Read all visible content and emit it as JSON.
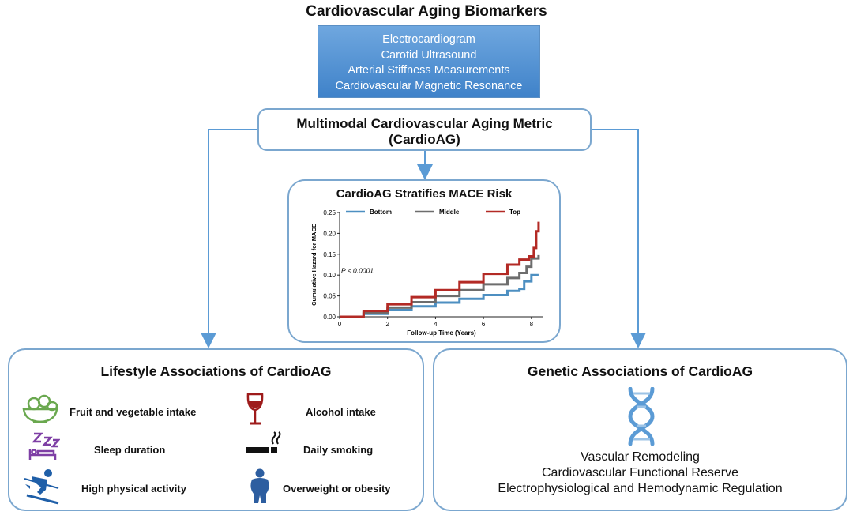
{
  "title": "Cardiovascular Aging Biomarkers",
  "biomarkers": [
    "Electrocardiogram",
    "Carotid Ultrasound",
    "Arterial Stiffness Measurements",
    "Cardiovascular Magnetic Resonance"
  ],
  "metric": {
    "line1": "Multimodal Cardiovascular Aging Metric",
    "line2": "(CardioAG)"
  },
  "chart_box_title": "CardioAG Stratifies MACE Risk",
  "chart_data": {
    "type": "line",
    "xlabel": "Follow-up Time (Years)",
    "ylabel": "Cumulative Hazard for MACE",
    "xlim": [
      0,
      8.5
    ],
    "ylim": [
      0,
      0.25
    ],
    "xticks": [
      "0",
      "2",
      "4",
      "6",
      "8"
    ],
    "yticks": [
      "0.00",
      "0.05",
      "0.10",
      "0.15",
      "0.20",
      "0.25"
    ],
    "annotation": "P < 0.0001",
    "legend_position": "top",
    "series": [
      {
        "name": "Bottom",
        "color": "#4d8fc1",
        "x": [
          0,
          1,
          2,
          3,
          4,
          5,
          6,
          7,
          7.5,
          7.7,
          8,
          8.3
        ],
        "y": [
          0,
          0.007,
          0.016,
          0.025,
          0.034,
          0.043,
          0.052,
          0.062,
          0.067,
          0.085,
          0.1,
          0.1
        ]
      },
      {
        "name": "Middle",
        "color": "#6d6d6d",
        "x": [
          0,
          1,
          2,
          3,
          4,
          5,
          6,
          7,
          7.5,
          7.8,
          8,
          8.3
        ],
        "y": [
          0,
          0.01,
          0.022,
          0.035,
          0.05,
          0.064,
          0.078,
          0.093,
          0.105,
          0.12,
          0.14,
          0.148
        ]
      },
      {
        "name": "Top",
        "color": "#b32a25",
        "x": [
          0,
          1,
          2,
          3,
          4,
          5,
          6,
          7,
          7.5,
          7.9,
          8.1,
          8.2,
          8.3
        ],
        "y": [
          0,
          0.014,
          0.03,
          0.047,
          0.064,
          0.083,
          0.103,
          0.125,
          0.137,
          0.145,
          0.165,
          0.205,
          0.228
        ]
      }
    ]
  },
  "lifestyle": {
    "title": "Lifestyle Associations of CardioAG",
    "items": [
      {
        "label": "Fruit and vegetable intake",
        "icon": "fruit-bowl-icon",
        "color": "#6aa84f"
      },
      {
        "label": "Alcohol intake",
        "icon": "wine-glass-icon",
        "color": "#9e1b1b"
      },
      {
        "label": "Sleep duration",
        "icon": "sleep-icon",
        "color": "#7e3fa5"
      },
      {
        "label": "Daily smoking",
        "icon": "cigarette-icon",
        "color": "#111111"
      },
      {
        "label": "High physical activity",
        "icon": "skier-icon",
        "color": "#1f5fa8"
      },
      {
        "label": "Overweight or obesity",
        "icon": "person-icon",
        "color": "#2d5ea0"
      }
    ]
  },
  "genetic": {
    "title": "Genetic Associations of CardioAG",
    "icon": "dna-icon",
    "lines": [
      "Vascular Remodeling",
      "Cardiovascular Functional Reserve",
      "Electrophysiological and Hemodynamic Regulation"
    ]
  }
}
